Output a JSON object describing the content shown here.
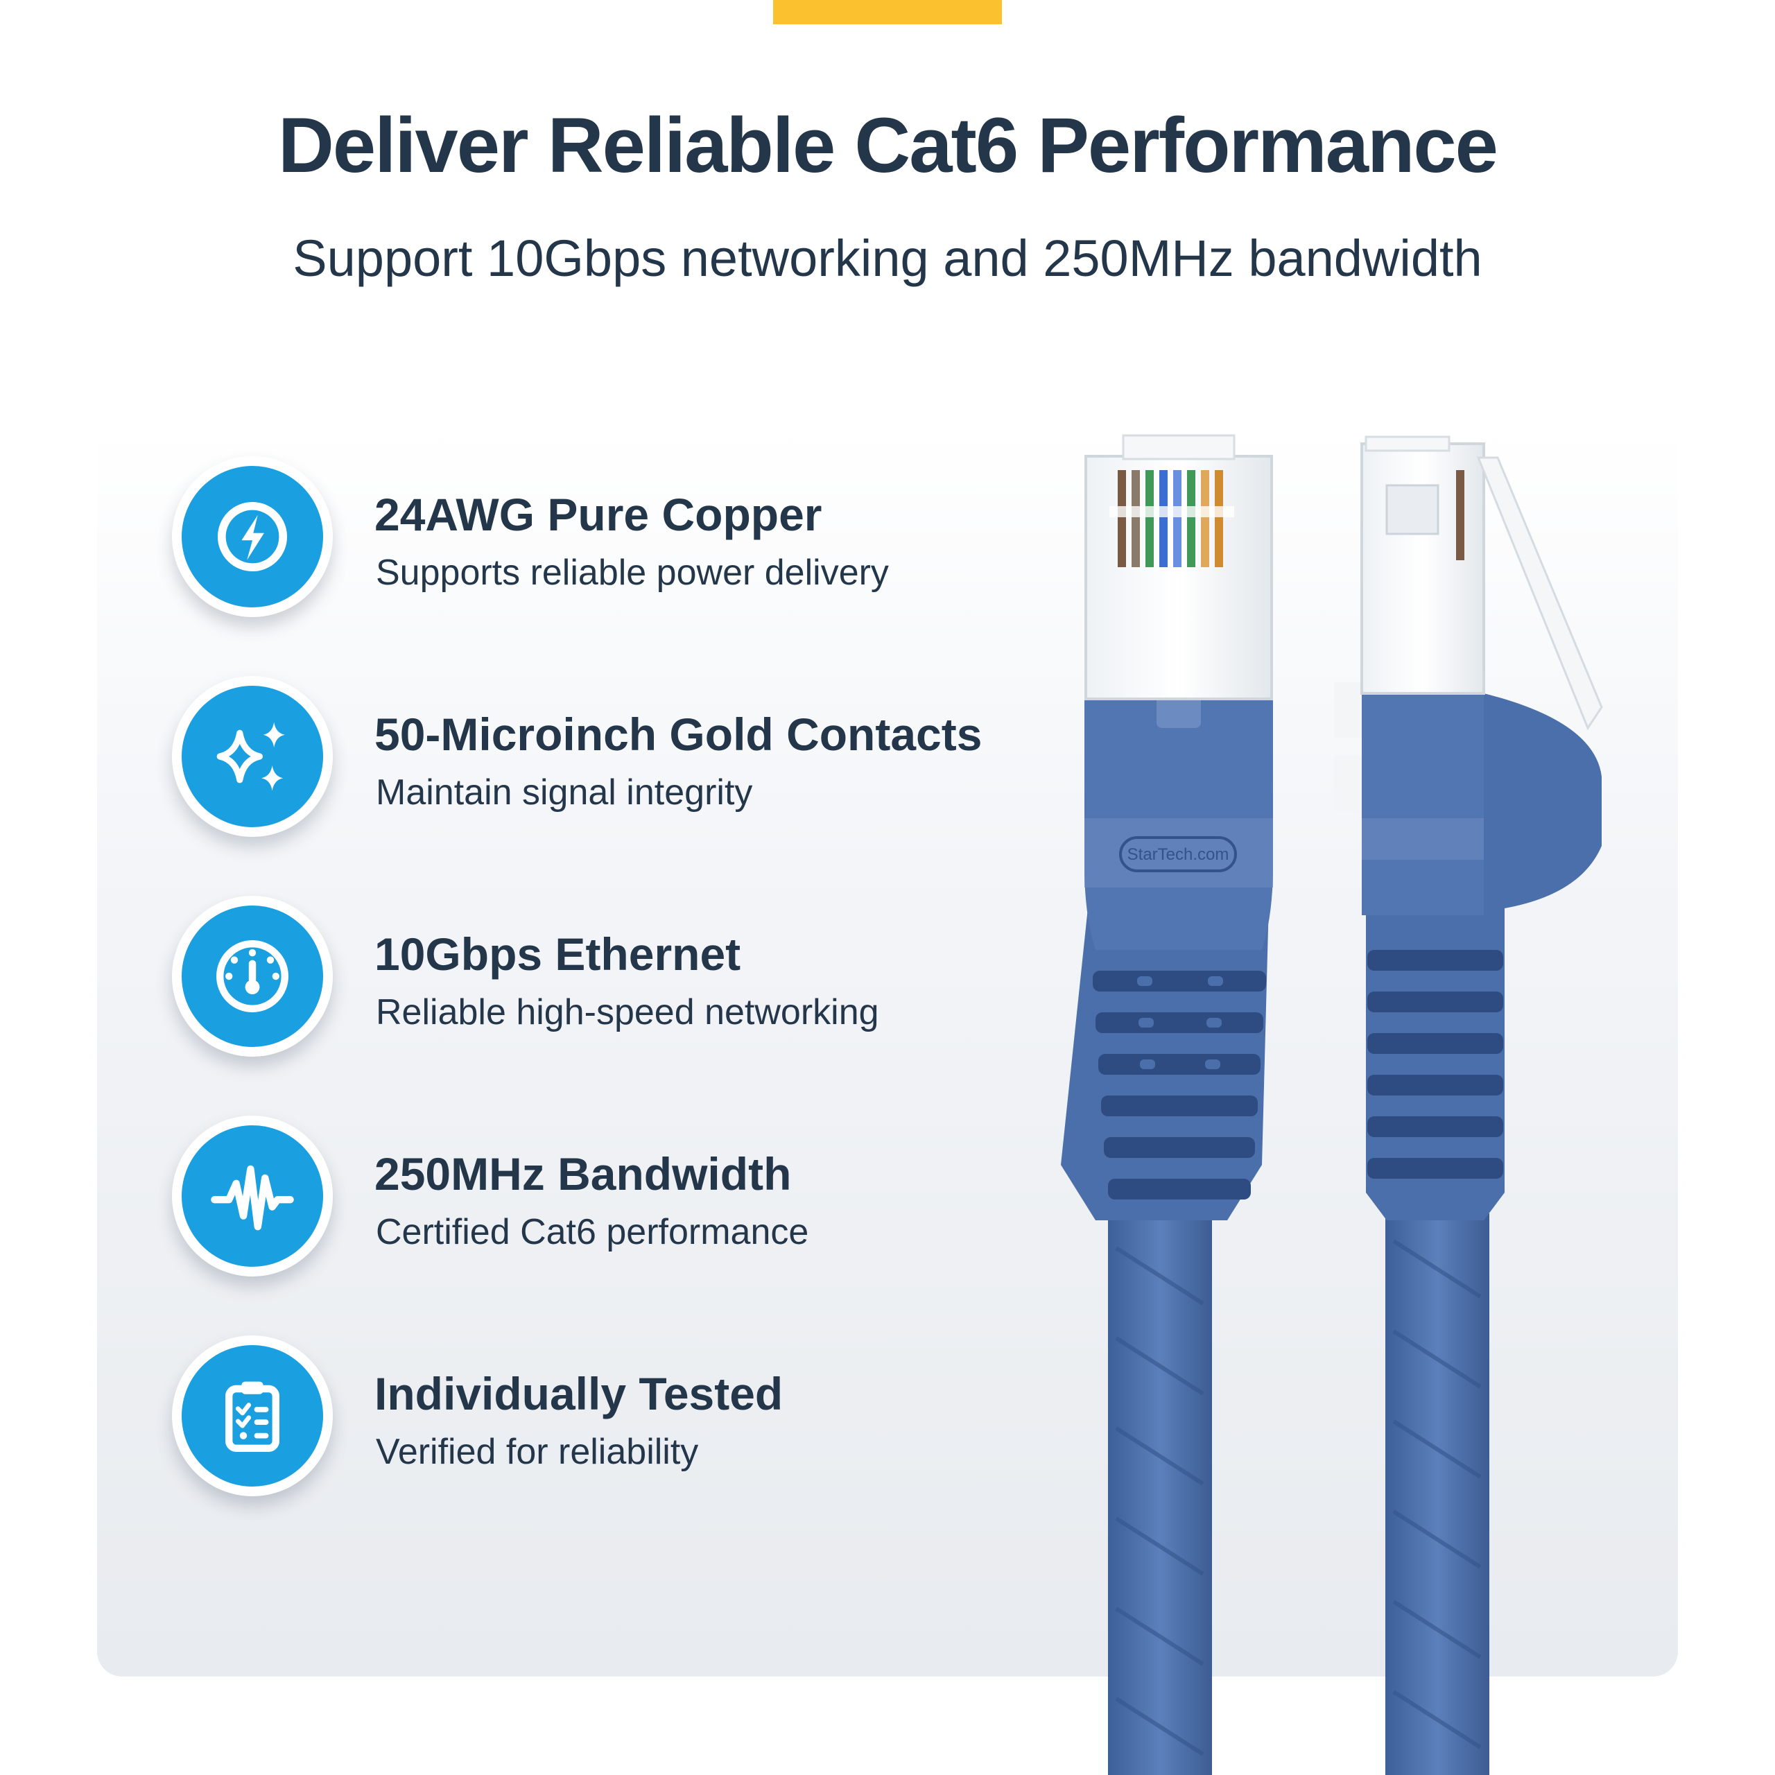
{
  "colors": {
    "accent": "#fcc12e",
    "icon_blue": "#1aa0e0",
    "text_dark": "#24364a",
    "cable_blue": "#4f73ad",
    "cable_dark": "#2f4f85"
  },
  "header": {
    "title": "Deliver Reliable Cat6 Performance",
    "subtitle": "Support 10Gbps networking and 250MHz bandwidth"
  },
  "features": [
    {
      "icon": "lightning-icon",
      "title": "24AWG Pure Copper",
      "description": "Supports reliable power delivery"
    },
    {
      "icon": "sparkle-icon",
      "title": "50-Microinch Gold Contacts",
      "description": "Maintain signal integrity"
    },
    {
      "icon": "speedometer-icon",
      "title": "10Gbps Ethernet",
      "description": "Reliable high-speed networking"
    },
    {
      "icon": "waveform-icon",
      "title": "250MHz Bandwidth",
      "description": "Certified Cat6 performance"
    },
    {
      "icon": "clipboard-checklist-icon",
      "title": "Individually Tested",
      "description": "Verified for reliability"
    }
  ],
  "product_image": {
    "icon": "ethernet-cable-connectors-image",
    "logo_text": "StarTech.com"
  }
}
